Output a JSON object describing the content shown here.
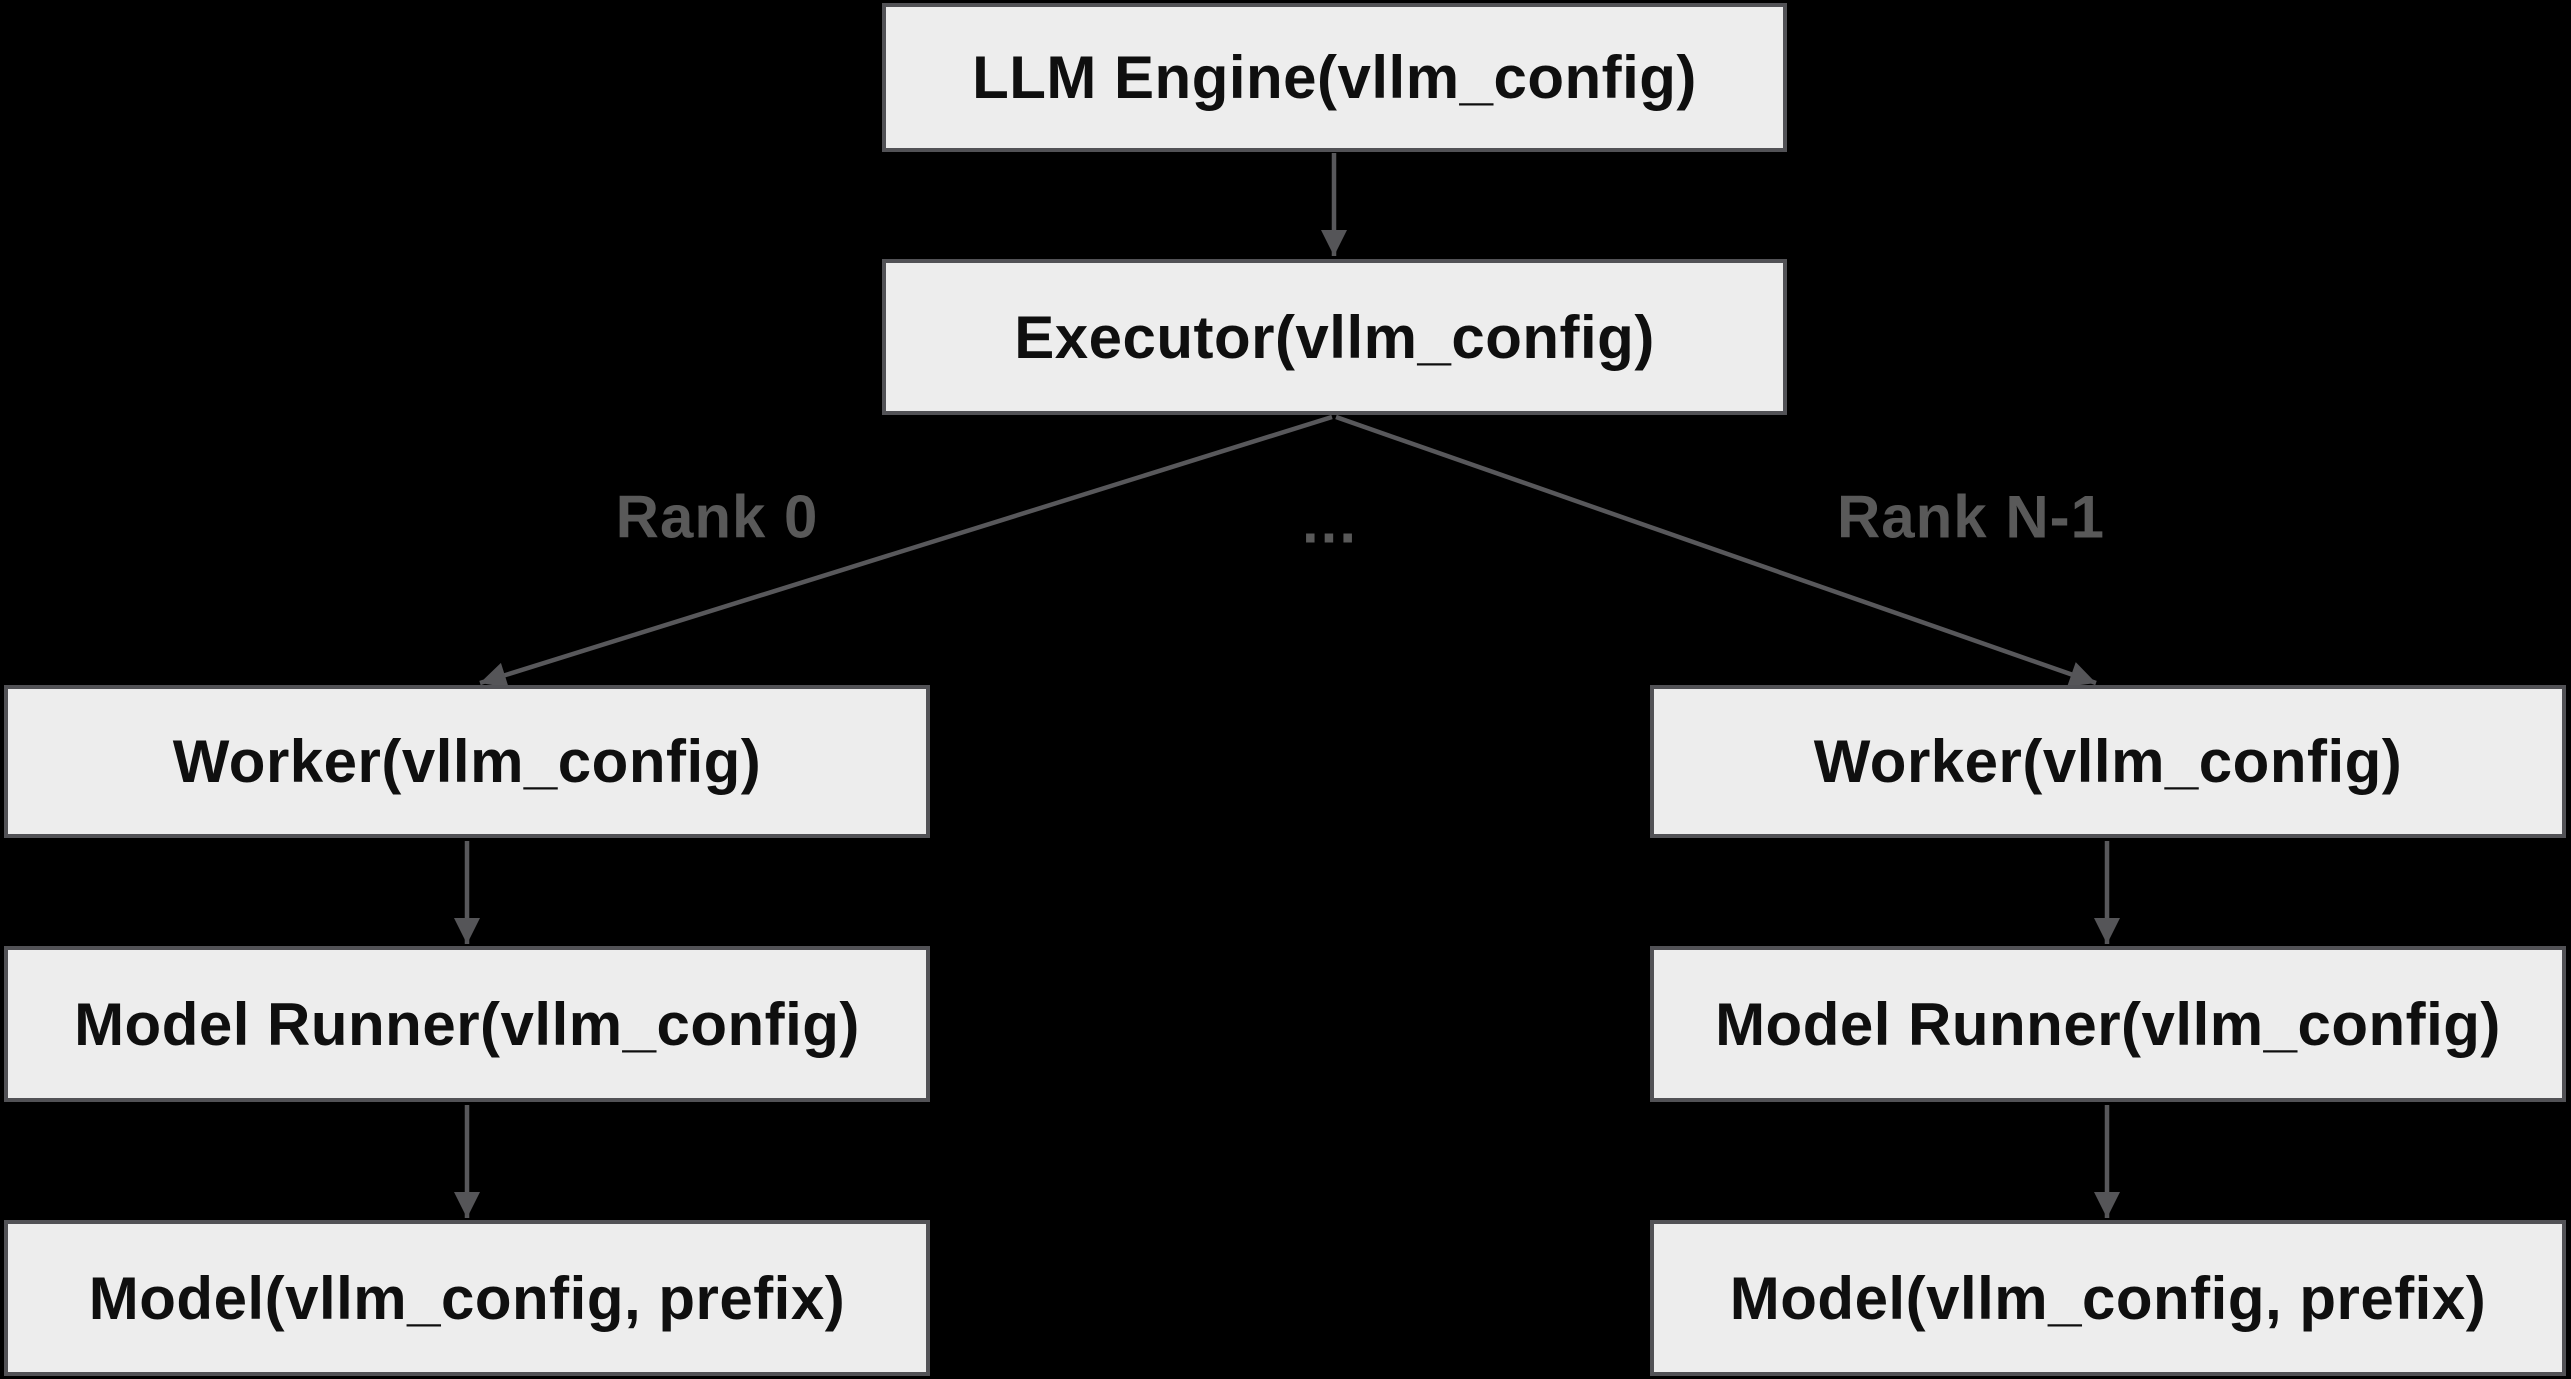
{
  "diagram": {
    "colors": {
      "background": "#000000",
      "node_fill": "#ededed",
      "node_border": "#525256",
      "node_text": "#0f0f0f",
      "edge_stroke": "#58585b",
      "edge_label_text": "#595959"
    },
    "nodes": [
      {
        "id": "llm_engine",
        "label": "LLM Engine(vllm_config)"
      },
      {
        "id": "executor",
        "label": "Executor(vllm_config)"
      },
      {
        "id": "worker_left",
        "label": "Worker(vllm_config)"
      },
      {
        "id": "worker_right",
        "label": "Worker(vllm_config)"
      },
      {
        "id": "model_runner_left",
        "label": "Model Runner(vllm_config)"
      },
      {
        "id": "model_runner_right",
        "label": "Model Runner(vllm_config)"
      },
      {
        "id": "model_left",
        "label": "Model(vllm_config, prefix)"
      },
      {
        "id": "model_right",
        "label": "Model(vllm_config, prefix)"
      }
    ],
    "edge_labels": [
      {
        "id": "rank0",
        "text": "Rank 0"
      },
      {
        "id": "ellipsis",
        "text": "..."
      },
      {
        "id": "rank_n1",
        "text": "Rank N-1"
      }
    ],
    "edges": [
      {
        "from": "llm_engine",
        "to": "executor",
        "label": ""
      },
      {
        "from": "executor",
        "to": "worker_left",
        "label": "Rank 0"
      },
      {
        "from": "executor",
        "to": "worker_right",
        "label": "Rank N-1"
      },
      {
        "from": "worker_left",
        "to": "model_runner_left",
        "label": ""
      },
      {
        "from": "worker_right",
        "to": "model_runner_right",
        "label": ""
      },
      {
        "from": "model_runner_left",
        "to": "model_left",
        "label": ""
      },
      {
        "from": "model_runner_right",
        "to": "model_right",
        "label": ""
      }
    ]
  }
}
